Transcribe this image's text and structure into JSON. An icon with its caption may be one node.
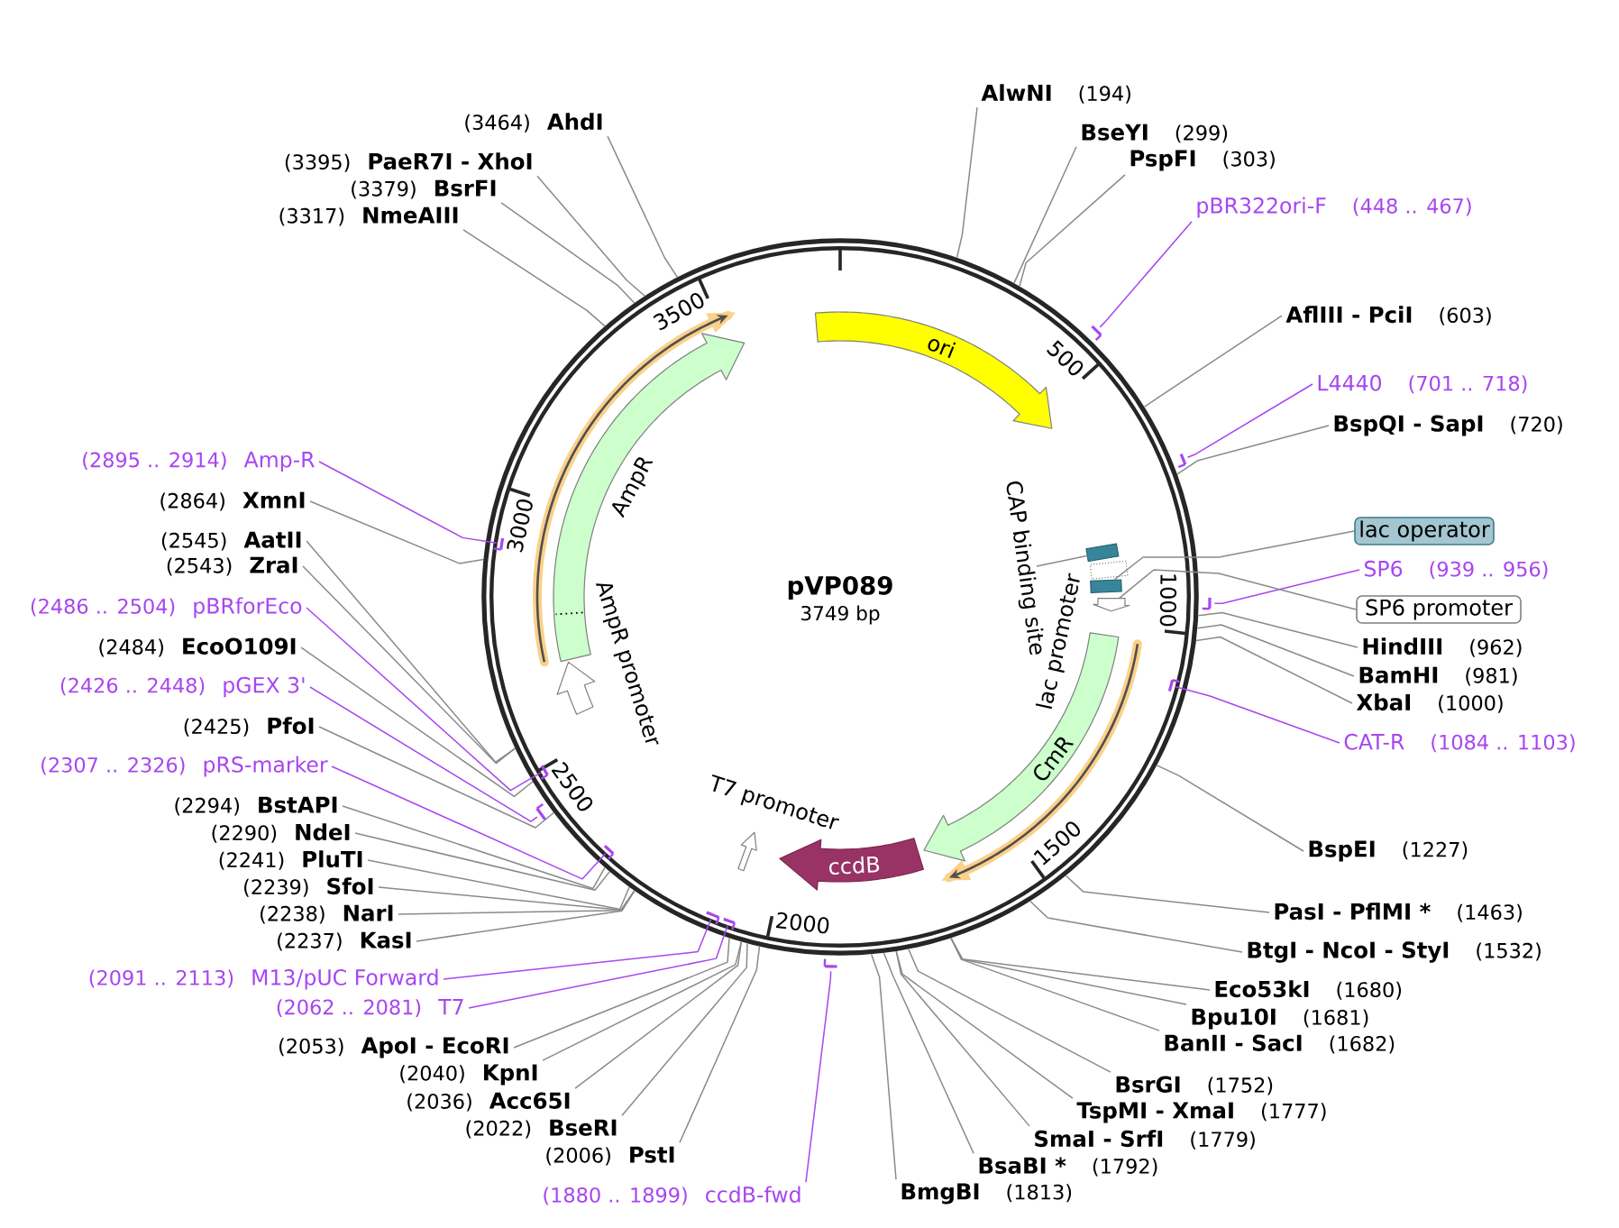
{
  "diagram": {
    "nodes": [
      {
        "text": [
          "pVP089",
          "3749 bp"
        ]
      },
      {
        "text": [
          "ori"
        ],
        "in": 0
      },
      {
        "text": [
          "AmpR"
        ],
        "in": 0
      },
      {
        "text": [],
        "shape": "arrow",
        "beside": [
          "AmpR promoter"
        ],
        "in": 0
      },
      {
        "text": [
          "CmR"
        ],
        "in": 0
      },
      {
        "text": [
          "ccdB"
        ],
        "in": 0
      },
      {
        "text": [],
        "shape": "arrow",
        "beside": [
          "T7 promoter"
        ],
        "in": 0
      },
      {
        "text": [
          "CAP binding site"
        ],
        "in": 0
      },
      {
        "text": [],
        "shape": "box",
        "in": 0
      },
      {
        "text": [],
        "shape": "box",
        "in": 0
      },
      {
        "text": [],
        "shape": "box",
        "in": 0
      },
      {
        "text": [],
        "shape": "arrow",
        "in": 0
      },
      {
        "text": [
          "AlwNI",
          "(194)"
        ]
      },
      {
        "text": [
          "BseYI",
          "(299)"
        ]
      },
      {
        "text": [
          "PspFI",
          "(303)"
        ]
      },
      {
        "text": [
          "pBR322ori-F",
          "(448 .. 467)"
        ]
      },
      {
        "text": [
          "AflIII - PciI",
          "(603)"
        ]
      },
      {
        "text": [
          "L4440",
          "(701 .. 718)"
        ]
      },
      {
        "text": [
          "BspQI - SapI",
          "(720)"
        ]
      },
      {
        "text": [
          "lac operator"
        ]
      },
      {
        "text": [
          "SP6",
          "(939 .. 956)"
        ]
      },
      {
        "text": [
          "SP6 promoter"
        ]
      },
      {
        "text": [
          "HindIII",
          "(962)"
        ]
      },
      {
        "text": [
          "BamHI",
          "(981)"
        ]
      },
      {
        "text": [
          "XbaI",
          "(1000)"
        ]
      },
      {
        "text": [
          "CAT-R",
          "(1084 .. 1103)"
        ]
      },
      {
        "text": [
          "BspEI",
          "(1227)"
        ]
      },
      {
        "text": [
          "PasI - PflMI *",
          "(1463)"
        ]
      },
      {
        "text": [
          "BtgI - NcoI - StyI",
          "(1532)"
        ]
      },
      {
        "text": [
          "Eco53kI",
          "(1680)"
        ]
      },
      {
        "text": [
          "Bpu10I",
          "(1681)"
        ]
      },
      {
        "text": [
          "BanII - SacI",
          "(1682)"
        ]
      },
      {
        "text": [
          "BsrGI",
          "(1752)"
        ]
      },
      {
        "text": [
          "TspMI - XmaI",
          "(1777)"
        ]
      },
      {
        "text": [
          "SmaI - SrfI",
          "(1779)"
        ]
      },
      {
        "text": [
          "BsaBI *",
          "(1792)"
        ]
      },
      {
        "text": [
          "BmgBI",
          "(1813)"
        ]
      },
      {
        "text": [
          "(1880 .. 1899)",
          "ccdB-fwd"
        ]
      },
      {
        "text": [
          "(2006)",
          "PstI"
        ]
      },
      {
        "text": [
          "(2022)",
          "BseRI"
        ]
      },
      {
        "text": [
          "(2036)",
          "Acc65I"
        ]
      },
      {
        "text": [
          "(2040)",
          "KpnI"
        ]
      },
      {
        "text": [
          "(2053)",
          "ApoI - EcoRI"
        ]
      },
      {
        "text": [
          "(2062 .. 2081)",
          "T7"
        ]
      },
      {
        "text": [
          "(2091 .. 2113)",
          "M13/pUC Forward"
        ]
      },
      {
        "text": [
          "(2237)",
          "KasI"
        ]
      },
      {
        "text": [
          "(2238)",
          "NarI"
        ]
      },
      {
        "text": [
          "(2239)",
          "SfoI"
        ]
      },
      {
        "text": [
          "(2241)",
          "PluTI"
        ]
      },
      {
        "text": [
          "(2290)",
          "NdeI"
        ]
      },
      {
        "text": [
          "(2294)",
          "BstAPI"
        ]
      },
      {
        "text": [
          "(2307 .. 2326)",
          "pRS-marker"
        ]
      },
      {
        "text": [
          "(2425)",
          "PfoI"
        ]
      },
      {
        "text": [
          "(2426 .. 2448)",
          "pGEX 3'"
        ]
      },
      {
        "text": [
          "(2484)",
          "EcoO109I"
        ]
      },
      {
        "text": [
          "(2486 .. 2504)",
          "pBRforEco"
        ]
      },
      {
        "text": [
          "(2543)",
          "ZraI"
        ]
      },
      {
        "text": [
          "(2545)",
          "AatII"
        ]
      },
      {
        "text": [
          "(2864)",
          "XmnI"
        ]
      },
      {
        "text": [
          "(2895 .. 2914)",
          "Amp-R"
        ]
      },
      {
        "text": [
          "(3317)",
          "NmeAIII"
        ]
      },
      {
        "text": [
          "(3379)",
          "BsrFI"
        ]
      },
      {
        "text": [
          "(3395)",
          "PaeR7I - XhoI"
        ]
      },
      {
        "text": [
          "(3464)",
          "AhdI"
        ]
      },
      {
        "text": [],
        "shape": "bar"
      },
      {
        "text": [],
        "shape": "bar"
      },
      {
        "text": [],
        "shape": "bar"
      },
      {
        "text": [],
        "shape": "bar",
        "in": 0
      },
      {
        "text": [],
        "shape": "bar"
      },
      {
        "text": [],
        "shape": "bar",
        "in": 0
      },
      {
        "text": [],
        "shape": "bar",
        "in": 0
      },
      {
        "text": [],
        "shape": "bar",
        "in": 0
      },
      {
        "text": [],
        "shape": "bar"
      },
      {
        "text": [],
        "shape": "bar",
        "in": 0
      },
      {
        "text": [],
        "shape": "bar",
        "in": 0
      }
    ],
    "edges": [
      {
        "from": 7,
        "to": 8,
        "arrow": "none"
      },
      {
        "from": 12,
        "to": 0,
        "arrow": "none"
      },
      {
        "from": 13,
        "to": 0,
        "arrow": "none"
      },
      {
        "from": 14,
        "to": 0,
        "arrow": "none"
      },
      {
        "from": 15,
        "to": 64,
        "arrow": "none",
        "color": "#a846f0"
      },
      {
        "from": 16,
        "to": 0,
        "arrow": "none"
      },
      {
        "from": 17,
        "to": 65,
        "arrow": "none",
        "color": "#a846f0"
      },
      {
        "from": 18,
        "to": 0,
        "arrow": "none"
      },
      {
        "from": 19,
        "to": 10,
        "arrow": "none"
      },
      {
        "from": 20,
        "to": 66,
        "arrow": "none",
        "color": "#a846f0"
      },
      {
        "from": 21,
        "to": 11,
        "arrow": "none"
      },
      {
        "from": 22,
        "to": 0,
        "arrow": "none"
      },
      {
        "from": 23,
        "to": 0,
        "arrow": "none"
      },
      {
        "from": 24,
        "to": 0,
        "arrow": "none"
      },
      {
        "from": 25,
        "to": 67,
        "arrow": "none",
        "color": "#a846f0"
      },
      {
        "from": 26,
        "to": 0,
        "arrow": "none"
      },
      {
        "from": 27,
        "to": 0,
        "arrow": "none"
      },
      {
        "from": 28,
        "to": 0,
        "arrow": "none"
      },
      {
        "from": 29,
        "to": 0,
        "arrow": "none"
      },
      {
        "from": 30,
        "to": 0,
        "arrow": "none"
      },
      {
        "from": 31,
        "to": 0,
        "arrow": "none"
      },
      {
        "from": 32,
        "to": 0,
        "arrow": "none"
      },
      {
        "from": 33,
        "to": 0,
        "arrow": "none"
      },
      {
        "from": 34,
        "to": 0,
        "arrow": "none"
      },
      {
        "from": 35,
        "to": 0,
        "arrow": "none"
      },
      {
        "from": 36,
        "to": 0,
        "arrow": "none"
      },
      {
        "from": 37,
        "to": 68,
        "arrow": "none",
        "color": "#a846f0"
      },
      {
        "from": 38,
        "to": 0,
        "arrow": "none"
      },
      {
        "from": 39,
        "to": 0,
        "arrow": "none"
      },
      {
        "from": 40,
        "to": 0,
        "arrow": "none"
      },
      {
        "from": 41,
        "to": 0,
        "arrow": "none"
      },
      {
        "from": 42,
        "to": 0,
        "arrow": "none"
      },
      {
        "from": 43,
        "to": 69,
        "arrow": "none",
        "color": "#a846f0"
      },
      {
        "from": 44,
        "to": 70,
        "arrow": "none",
        "color": "#a846f0"
      },
      {
        "from": 45,
        "to": 0,
        "arrow": "none"
      },
      {
        "from": 46,
        "to": 0,
        "arrow": "none"
      },
      {
        "from": 47,
        "to": 0,
        "arrow": "none"
      },
      {
        "from": 48,
        "to": 0,
        "arrow": "none"
      },
      {
        "from": 49,
        "to": 0,
        "arrow": "none"
      },
      {
        "from": 50,
        "to": 0,
        "arrow": "none"
      },
      {
        "from": 51,
        "to": 71,
        "arrow": "none",
        "color": "#a846f0"
      },
      {
        "from": 52,
        "to": 0,
        "arrow": "none"
      },
      {
        "from": 53,
        "to": 72,
        "arrow": "none",
        "color": "#a846f0"
      },
      {
        "from": 54,
        "to": 0,
        "arrow": "none"
      },
      {
        "from": 55,
        "to": 73,
        "arrow": "none",
        "color": "#a846f0"
      },
      {
        "from": 56,
        "to": 0,
        "arrow": "none"
      },
      {
        "from": 57,
        "to": 0,
        "arrow": "none"
      },
      {
        "from": 58,
        "to": 0,
        "arrow": "none"
      },
      {
        "from": 59,
        "to": 74,
        "arrow": "none",
        "color": "#a846f0"
      },
      {
        "from": 60,
        "to": 0,
        "arrow": "none"
      },
      {
        "from": 61,
        "to": 0,
        "arrow": "none"
      },
      {
        "from": 62,
        "to": 0,
        "arrow": "none"
      },
      {
        "from": 63,
        "to": 0,
        "arrow": "none"
      }
    ],
    "labels": [
      "lac promoter",
      "500",
      "1000",
      "1500",
      "2000",
      "2500",
      "3000",
      "3500"
    ]
  }
}
